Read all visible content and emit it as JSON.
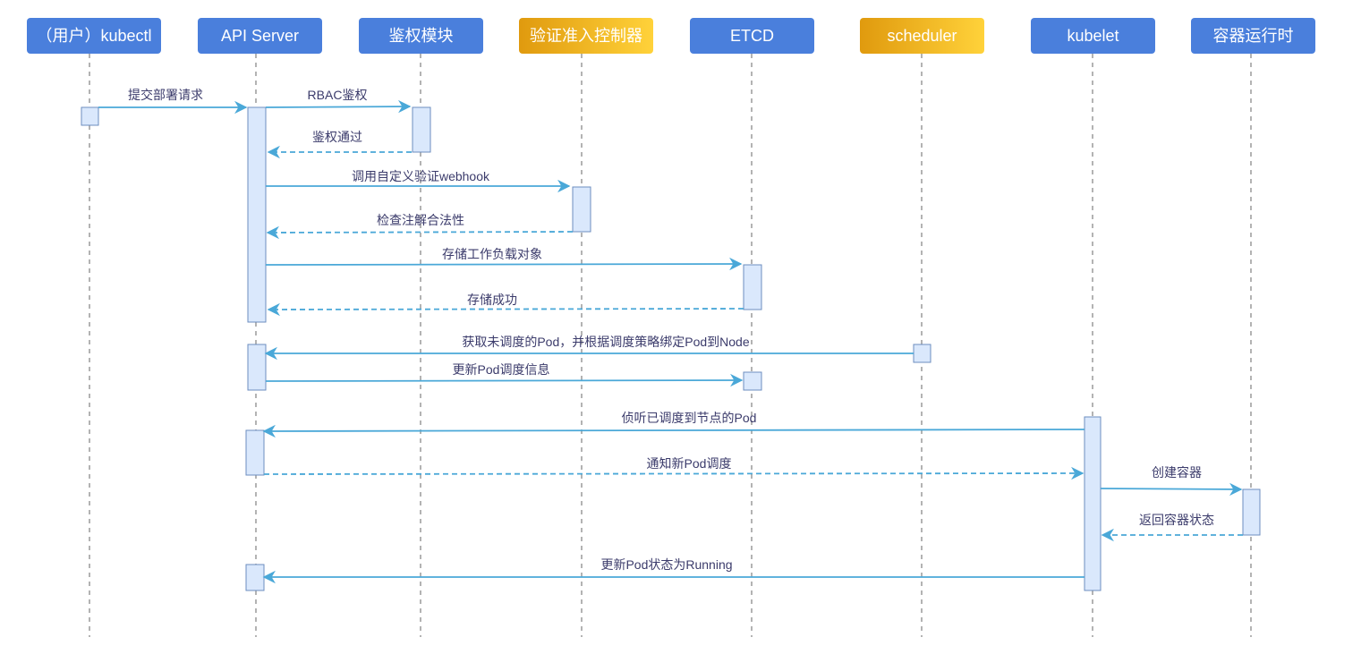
{
  "diagram": {
    "actors": [
      {
        "id": "kubectl",
        "label": "（用户）kubectl",
        "color": "blue"
      },
      {
        "id": "apiserver",
        "label": "API Server",
        "color": "blue"
      },
      {
        "id": "authz",
        "label": "鉴权模块",
        "color": "blue"
      },
      {
        "id": "admission",
        "label": "验证准入控制器",
        "color": "orange"
      },
      {
        "id": "etcd",
        "label": "ETCD",
        "color": "blue"
      },
      {
        "id": "scheduler",
        "label": "scheduler",
        "color": "orange"
      },
      {
        "id": "kubelet",
        "label": "kubelet",
        "color": "blue"
      },
      {
        "id": "runtime",
        "label": "容器运行时",
        "color": "blue"
      }
    ],
    "messages": [
      {
        "from": "kubectl",
        "to": "apiserver",
        "label": "提交部署请求",
        "style": "solid"
      },
      {
        "from": "apiserver",
        "to": "authz",
        "label": "RBAC鉴权",
        "style": "solid"
      },
      {
        "from": "authz",
        "to": "apiserver",
        "label": "鉴权通过",
        "style": "dashed"
      },
      {
        "from": "apiserver",
        "to": "admission",
        "label": "调用自定义验证webhook",
        "style": "solid"
      },
      {
        "from": "admission",
        "to": "apiserver",
        "label": "检查注解合法性",
        "style": "dashed"
      },
      {
        "from": "apiserver",
        "to": "etcd",
        "label": "存储工作负载对象",
        "style": "solid"
      },
      {
        "from": "etcd",
        "to": "apiserver",
        "label": "存储成功",
        "style": "dashed"
      },
      {
        "from": "scheduler",
        "to": "apiserver",
        "label": "获取未调度的Pod，并根据调度策略绑定Pod到Node",
        "style": "solid"
      },
      {
        "from": "apiserver",
        "to": "etcd",
        "label": "更新Pod调度信息",
        "style": "solid"
      },
      {
        "from": "kubelet",
        "to": "apiserver",
        "label": "侦听已调度到节点的Pod",
        "style": "solid"
      },
      {
        "from": "apiserver",
        "to": "kubelet",
        "label": "通知新Pod调度",
        "style": "dashed"
      },
      {
        "from": "kubelet",
        "to": "runtime",
        "label": "创建容器",
        "style": "solid"
      },
      {
        "from": "runtime",
        "to": "kubelet",
        "label": "返回容器状态",
        "style": "dashed"
      },
      {
        "from": "kubelet",
        "to": "apiserver",
        "label": "更新Pod状态为Running",
        "style": "solid"
      }
    ]
  },
  "colors": {
    "actor_blue": "#4a7fdc",
    "actor_orange_start": "#e09a0e",
    "actor_orange_end": "#ffd23a",
    "message": "#4aa8d8",
    "label_text": "#3b3b6b",
    "activation_fill": "#dae8fc",
    "activation_stroke": "#6c8ebf"
  }
}
